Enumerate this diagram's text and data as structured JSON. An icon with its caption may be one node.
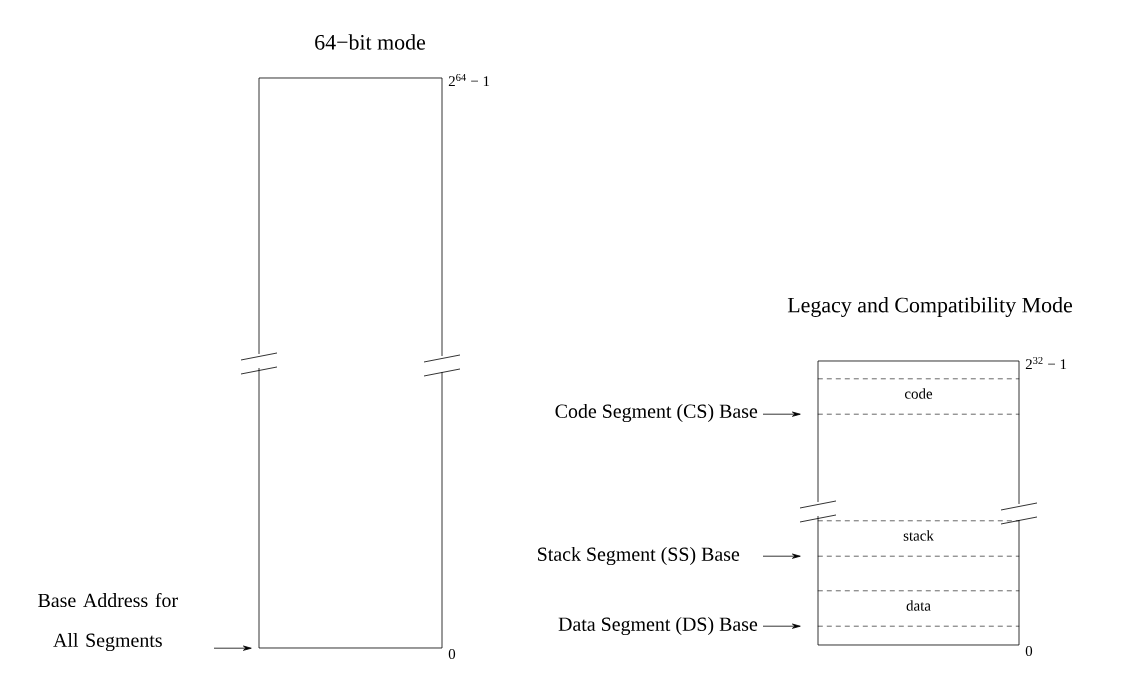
{
  "diagram": {
    "nodes": [
      {
        "text": [
          "64−bit mode"
        ]
      },
      {
        "text": [
          "Legacy and Compatibility Mode"
        ]
      },
      {
        "text": [
          "code"
        ],
        "in": 1
      },
      {
        "text": [
          "stack"
        ],
        "in": 1
      },
      {
        "text": [
          "data"
        ],
        "in": 1
      },
      {
        "text": [
          "Base Address for All Segments"
        ]
      },
      {
        "text": [
          "Code Segment (CS) Base"
        ]
      },
      {
        "text": [
          "Stack Segment (SS) Base"
        ]
      },
      {
        "text": [
          "Data Segment (DS) Base"
        ]
      }
    ],
    "edges": [
      {
        "from": 5,
        "to": 0,
        "arrow": "to"
      },
      {
        "from": 6,
        "to": 2,
        "arrow": "to"
      },
      {
        "from": 7,
        "to": 3,
        "arrow": "to"
      },
      {
        "from": 8,
        "to": 4,
        "arrow": "to"
      }
    ],
    "labels": [
      "2$^{64}$ − 1",
      "0",
      "2$^{32}$ − 1",
      "0"
    ]
  }
}
